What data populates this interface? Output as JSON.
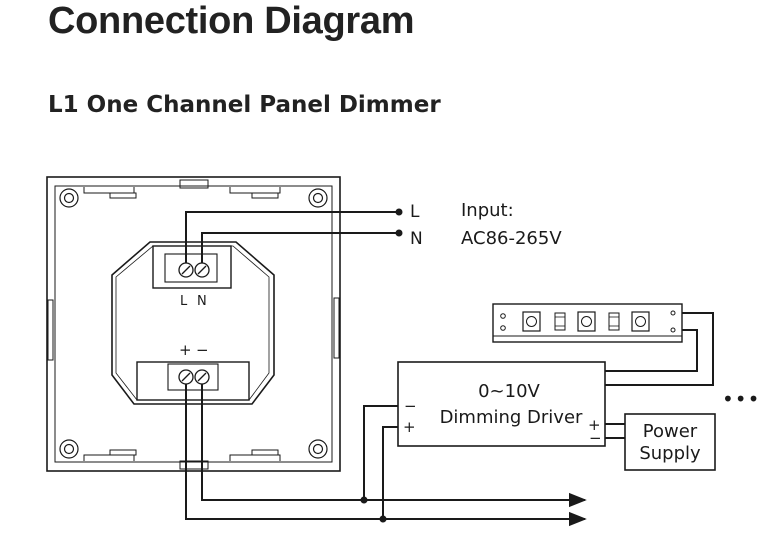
{
  "page": {
    "title": "Connection Diagram",
    "subtitle": "L1 One Channel Panel Dimmer"
  },
  "panel": {
    "terminal_top_labels": {
      "l": "L",
      "n": "N"
    },
    "terminal_bottom_labels": {
      "plus": "+",
      "minus": "−"
    }
  },
  "mains": {
    "l_label": "L",
    "n_label": "N",
    "input_label": "Input:",
    "input_voltage": "AC86-265V"
  },
  "driver": {
    "line1": "0~10V",
    "line2": "Dimming Driver",
    "in_minus": "−",
    "in_plus": "+",
    "out_plus": "+",
    "out_minus": "−"
  },
  "power_supply": {
    "line1": "Power",
    "line2": "Supply"
  },
  "continuation": "•••",
  "colors": {
    "line": "#1a1a1a",
    "background": "#ffffff"
  }
}
